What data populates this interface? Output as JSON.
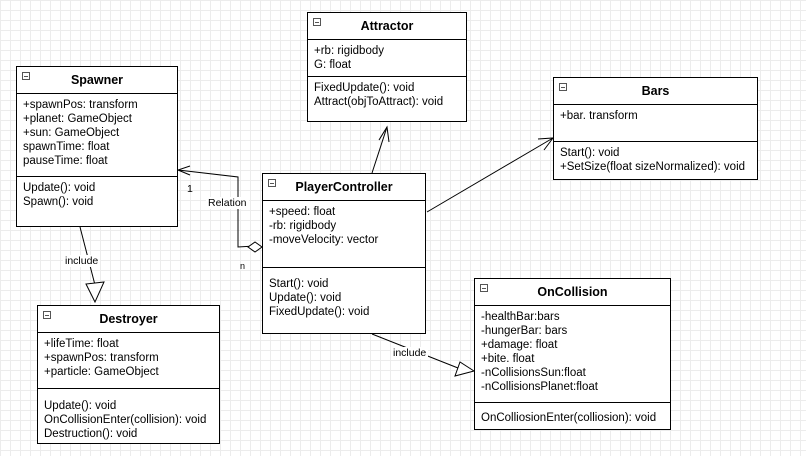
{
  "classes": {
    "attractor": {
      "name": "Attractor",
      "attributes": [
        "+rb: rigidbody",
        "G: float"
      ],
      "methods": [
        "FixedUpdate(): void",
        "Attract(objToAttract): void"
      ]
    },
    "spawner": {
      "name": "Spawner",
      "attributes": [
        "+spawnPos: transform",
        "+planet: GameObject",
        "+sun: GameObject",
        "spawnTime: float",
        "pauseTime: float"
      ],
      "methods": [
        "Update(): void",
        "Spawn(): void"
      ]
    },
    "bars": {
      "name": "Bars",
      "attributes": [
        "+bar. transform"
      ],
      "methods": [
        "Start(): void",
        "+SetSize(float sizeNormalized): void"
      ]
    },
    "player_controller": {
      "name": "PlayerController",
      "attributes": [
        "+speed: float",
        "-rb: rigidbody",
        "-moveVelocity: vector"
      ],
      "methods": [
        "Start(): void",
        "Update(): void",
        "FixedUpdate(): void"
      ]
    },
    "destroyer": {
      "name": "Destroyer",
      "attributes": [
        "+lifeTime: float",
        "+spawnPos: transform",
        "+particle: GameObject"
      ],
      "methods": [
        "Update(): void",
        "OnCollisionEnter(collision): void",
        "Destruction(): void"
      ]
    },
    "on_collision": {
      "name": "OnCollision",
      "attributes": [
        "-healthBar:bars",
        "-hungerBar: bars",
        "+damage: float",
        "+bite. float",
        "-nCollisionsSun:float",
        "-nCollisionsPlanet:float"
      ],
      "methods": [
        "OnColliosionEnter(colliosion): void"
      ]
    }
  },
  "labels": {
    "relation": "Relation",
    "multiplicity_one": "1",
    "multiplicity_n": "n",
    "include_spawner_destroyer": "include",
    "include_player_collision": "include"
  }
}
